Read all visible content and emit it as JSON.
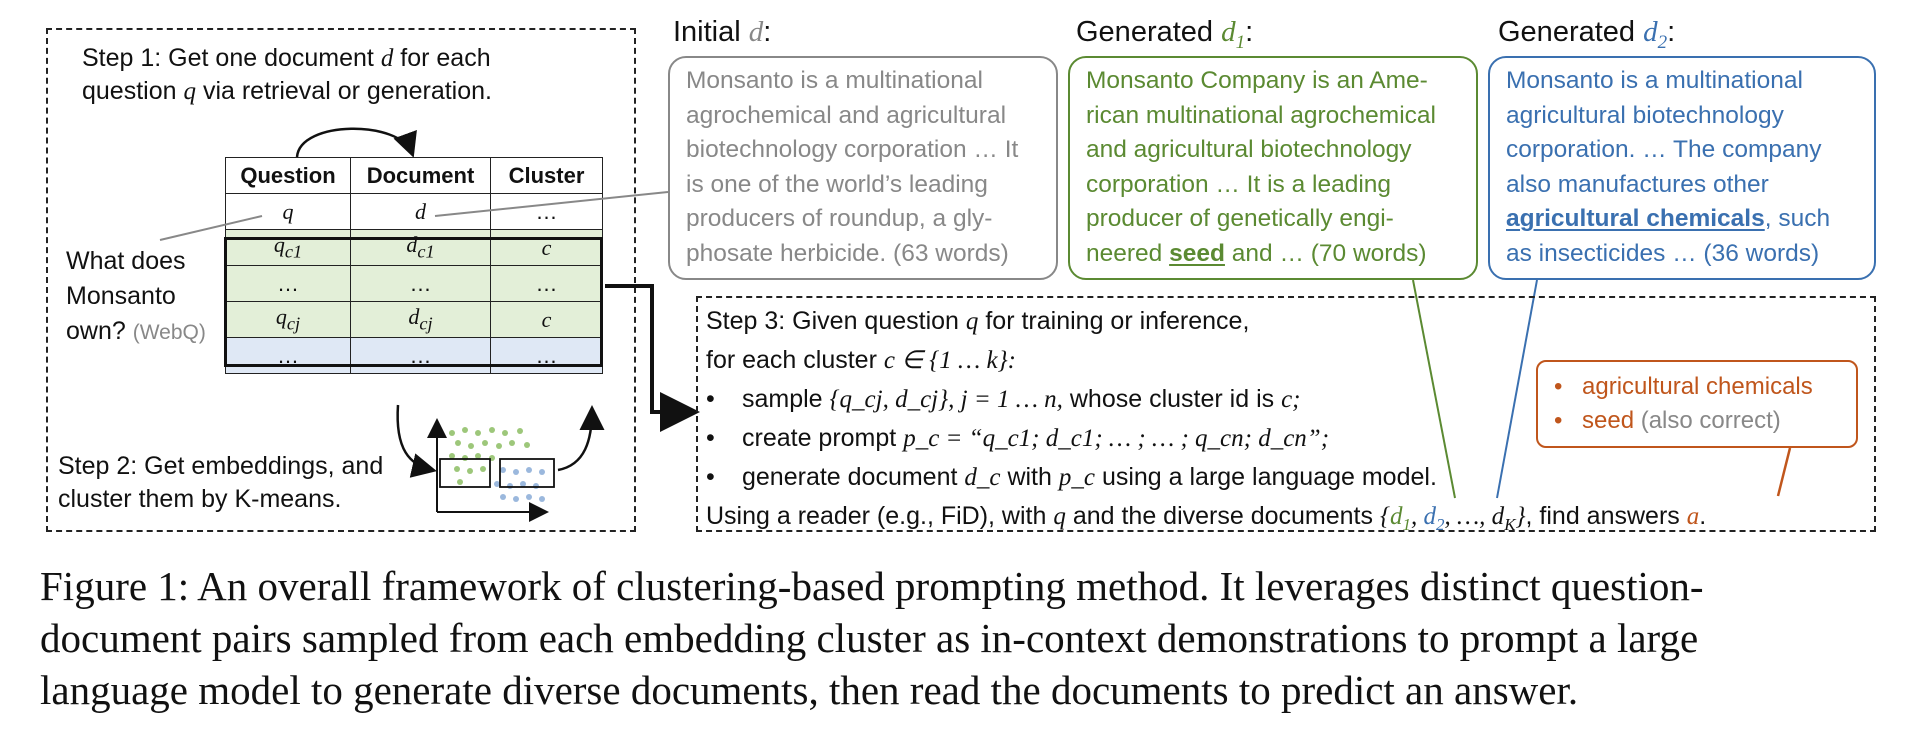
{
  "step1": {
    "line1": "Step 1: Get one document",
    "d_sym": "d",
    "line1b": "for each",
    "line2a": "question",
    "q_sym": "q",
    "line2b": "via retrieval or generation."
  },
  "table": {
    "headers": [
      "Question",
      "Document",
      "Cluster"
    ],
    "row_q": [
      "q",
      "d",
      "…"
    ],
    "row_c1": {
      "q": "q",
      "q_sub": "c1",
      "d": "d",
      "d_sub": "c1",
      "c": "c"
    },
    "row_dots": [
      "…",
      "…",
      "…"
    ],
    "row_cj": {
      "q": "q",
      "q_sub": "cj",
      "d": "d",
      "d_sub": "cj",
      "c": "c"
    },
    "row_last": [
      "…",
      "…",
      "…"
    ]
  },
  "question": {
    "lines": [
      "What does",
      "Monsanto",
      "own?"
    ],
    "source": "(WebQ)"
  },
  "step2": {
    "lines": [
      "Step 2: Get embeddings, and",
      "cluster them by K-means."
    ]
  },
  "docs": {
    "initial": {
      "title": "Initial",
      "sym": "d",
      "lines": [
        "Monsanto is a multinational",
        "agrochemical and agricultural",
        "biotechnology corporation … It",
        "is one of the world’s leading",
        "producers of roundup, a gly-",
        "phosate herbicide. (63 words)"
      ]
    },
    "gen1": {
      "title": "Generated",
      "sym": "d",
      "sub": "1",
      "lines": [
        "Monsanto Company is an Ame-",
        "rican multinational agrochemical",
        "and agricultural biotechnology",
        "corporation … It is a leading",
        "producer of genetically engi-"
      ],
      "last_pre": "neered",
      "last_bold": "seed",
      "last_post": "and … (70 words)"
    },
    "gen2": {
      "title": "Generated",
      "sym": "d",
      "sub": "2",
      "lines": [
        "Monsanto is a multinational",
        "agricultural biotechnology",
        "corporation. … The company",
        "also manufactures other"
      ],
      "bold": "agricultural chemicals",
      "bold_post": ", such",
      "last": "as insecticides … (36 words)"
    }
  },
  "step3": {
    "line1": "Step 3: Given question",
    "line1_sym": "q",
    "line1_post": "for training or inference,",
    "line2": "for each cluster",
    "line2_math": "c ∈ {1 … k}:",
    "b1_pre": "sample",
    "b1_math": "{q_cj, d_cj}, j = 1 … n,",
    "b1_post": "whose cluster id is",
    "b1_sym": "c;",
    "b2_pre": "create prompt",
    "b2_math": "p_c = “q_c1; d_c1; … ; … ; q_cn; d_cn”;",
    "b3_pre": "generate document",
    "b3_sym1": "d_c",
    "b3_mid": "with",
    "b3_sym2": "p_c",
    "b3_post": "using a large language model.",
    "last_pre": "Using a reader (e.g., FiD), with",
    "last_sym": "q",
    "last_mid": "and the diverse documents",
    "last_post": ", find answers",
    "answer_sym": "a",
    "bullet": "•"
  },
  "answers": {
    "a1": "agricultural chemicals",
    "a2": "seed",
    "a2_note": "(also correct)"
  },
  "caption": {
    "lines": [
      "Figure 1: An overall framework of clustering-based prompting method. It leverages distinct question-",
      "document pairs sampled from each embedding cluster as in-context demonstrations to prompt a large",
      "language model to generate diverse documents, then read the documents to predict an answer."
    ]
  },
  "colors": {
    "gray": "#888888",
    "green": "#5b8a32",
    "blue": "#3a70b0",
    "orange": "#c0561c",
    "green_fill": "#e3efd8",
    "blue_fill": "#dfe8f5"
  }
}
